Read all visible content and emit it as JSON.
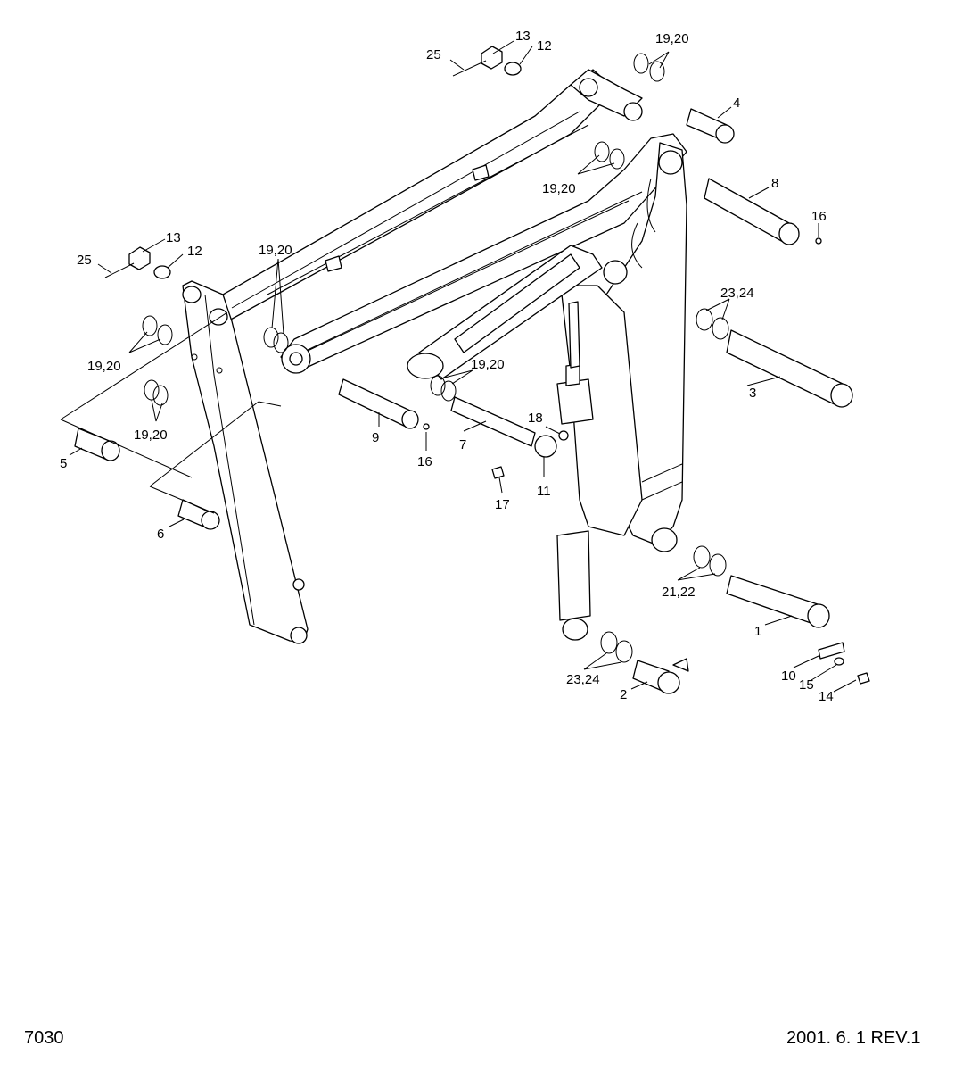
{
  "callouts": [
    {
      "id": "c1",
      "text": "1"
    },
    {
      "id": "c2",
      "text": "2"
    },
    {
      "id": "c3",
      "text": "3"
    },
    {
      "id": "c4",
      "text": "4"
    },
    {
      "id": "c5",
      "text": "5"
    },
    {
      "id": "c6",
      "text": "6"
    },
    {
      "id": "c7",
      "text": "7"
    },
    {
      "id": "c8",
      "text": "8"
    },
    {
      "id": "c9",
      "text": "9"
    },
    {
      "id": "c10",
      "text": "10"
    },
    {
      "id": "c11",
      "text": "11"
    },
    {
      "id": "c12a",
      "text": "12"
    },
    {
      "id": "c12b",
      "text": "12"
    },
    {
      "id": "c13a",
      "text": "13"
    },
    {
      "id": "c13b",
      "text": "13"
    },
    {
      "id": "c14",
      "text": "14"
    },
    {
      "id": "c15",
      "text": "15"
    },
    {
      "id": "c16a",
      "text": "16"
    },
    {
      "id": "c16b",
      "text": "16"
    },
    {
      "id": "c17",
      "text": "17"
    },
    {
      "id": "c18",
      "text": "18"
    },
    {
      "id": "c1920a",
      "text": "19,20"
    },
    {
      "id": "c1920b",
      "text": "19,20"
    },
    {
      "id": "c1920c",
      "text": "19,20"
    },
    {
      "id": "c1920d",
      "text": "19,20"
    },
    {
      "id": "c1920e",
      "text": "19,20"
    },
    {
      "id": "c1920f",
      "text": "19,20"
    },
    {
      "id": "c2122",
      "text": "21,22"
    },
    {
      "id": "c2324a",
      "text": "23,24"
    },
    {
      "id": "c2324b",
      "text": "23,24"
    },
    {
      "id": "c25a",
      "text": "25"
    },
    {
      "id": "c25b",
      "text": "25"
    }
  ],
  "footer": {
    "page_number": "7030",
    "revision": "2001. 6. 1 REV.1"
  }
}
